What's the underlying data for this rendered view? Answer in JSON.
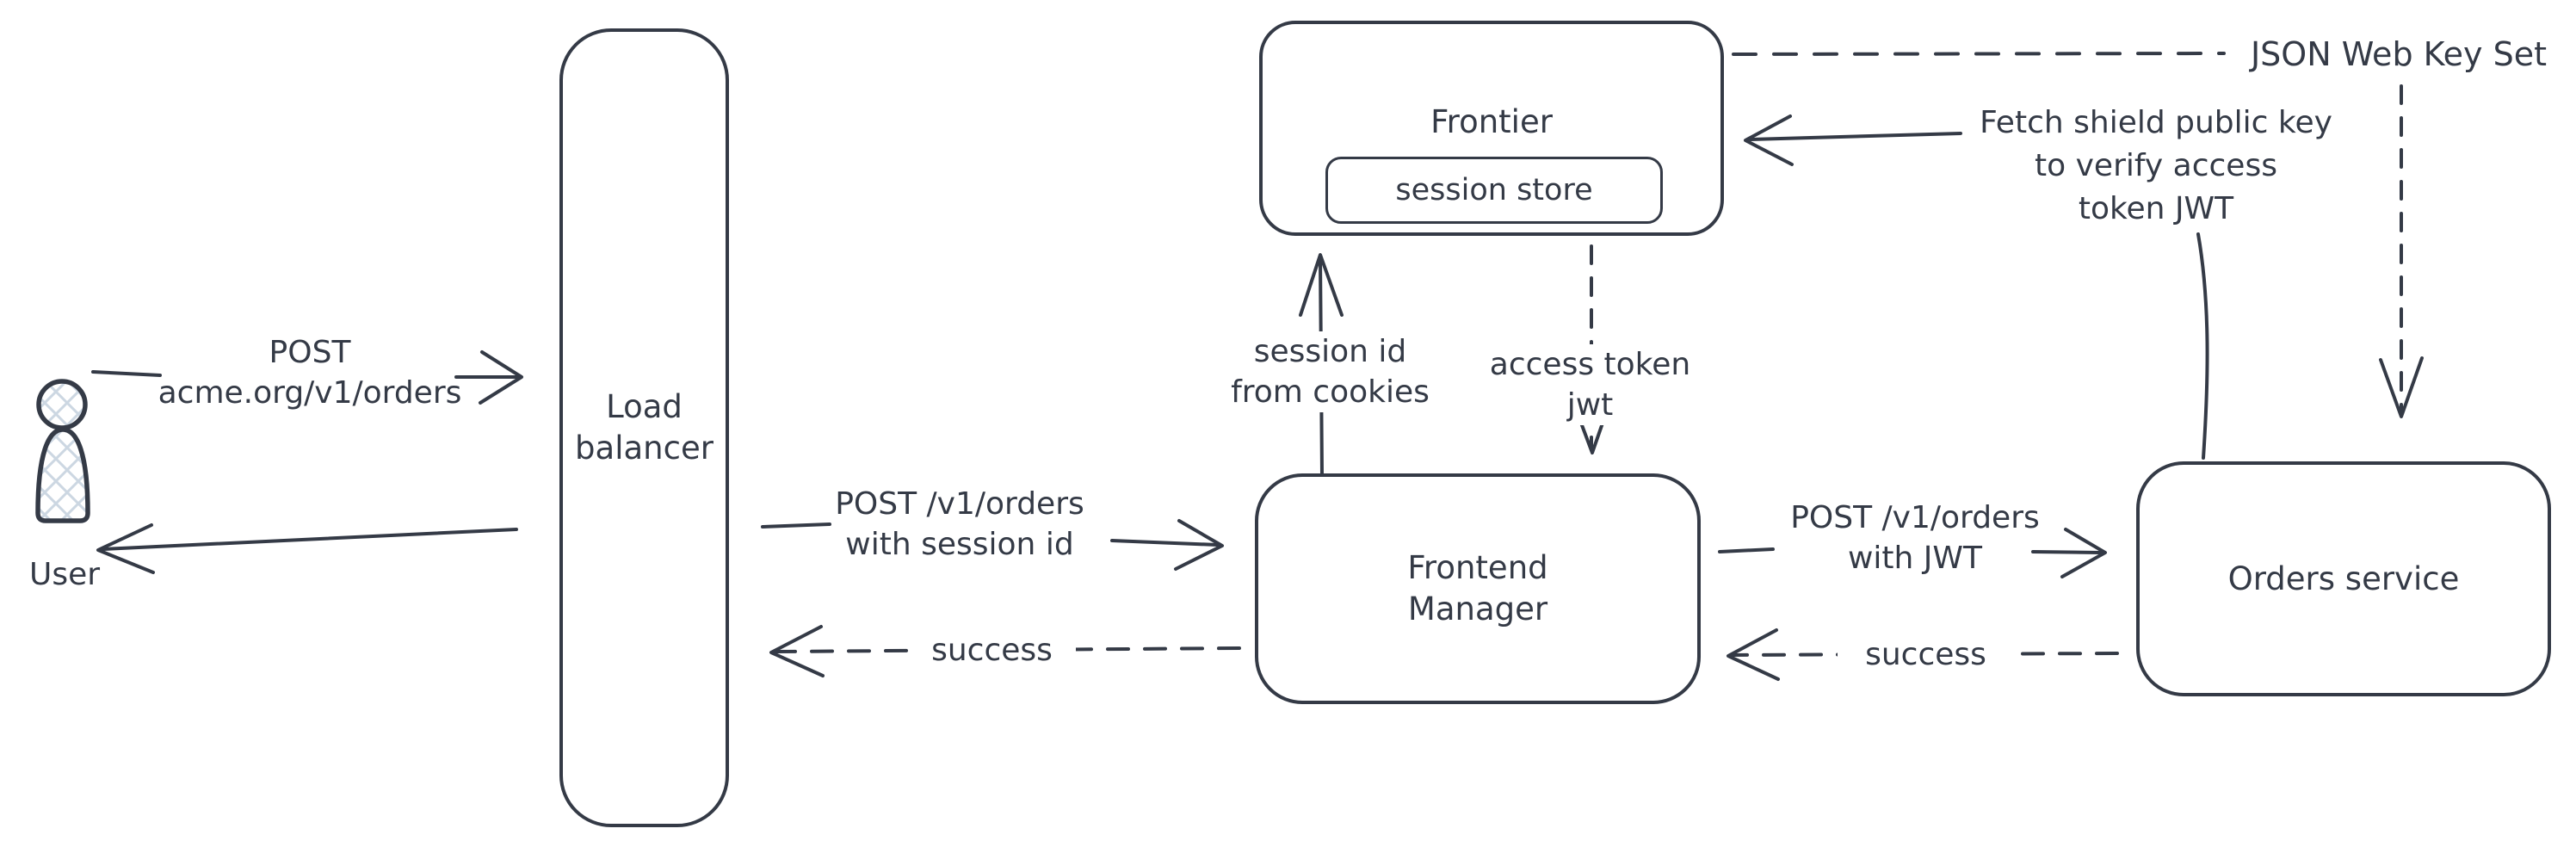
{
  "canvas": {
    "background": "#ffffff",
    "stroke_color": "#343a46",
    "hatch_color": "#ccd7e2"
  },
  "nodes": {
    "user": {
      "label": "User"
    },
    "load_balancer": {
      "label": "Load\nbalancer"
    },
    "frontier": {
      "label": "Frontier",
      "session_store": {
        "label": "session store"
      }
    },
    "frontend_manager": {
      "label": "Frontend\nManager"
    },
    "orders_service": {
      "label": "Orders service"
    }
  },
  "edges": {
    "user_to_lb": {
      "label": "POST\nacme.org/v1/orders",
      "style": "solid"
    },
    "lb_to_fm": {
      "label": "POST /v1/orders\nwith session id",
      "style": "solid"
    },
    "fm_to_lb_success": {
      "label": "success",
      "style": "dashed"
    },
    "fm_to_frontier": {
      "label": "session id\nfrom cookies",
      "style": "solid"
    },
    "frontier_to_fm": {
      "label": "access token\njwt",
      "style": "dashed"
    },
    "fm_to_orders": {
      "label": "POST /v1/orders\nwith JWT",
      "style": "solid"
    },
    "orders_to_fm_success": {
      "label": "success",
      "style": "dashed"
    },
    "orders_to_frontier": {
      "label": "Fetch shield public key\nto verify access\ntoken JWT",
      "style": "solid"
    },
    "jwks": {
      "label": "JSON Web Key Set",
      "style": "dashed"
    }
  }
}
